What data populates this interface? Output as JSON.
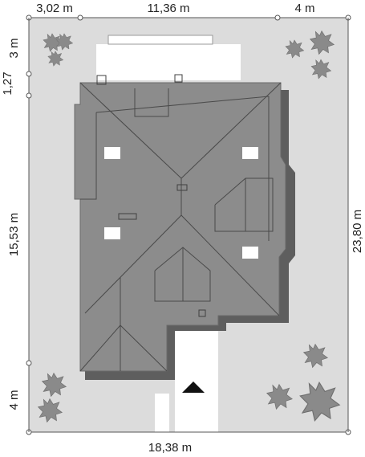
{
  "dimensions": {
    "top": [
      "3,02 m",
      "11,36 m",
      "4 m"
    ],
    "bottom": "18,38 m",
    "left": [
      "3 m",
      "1,27",
      "15,53 m",
      "4 m"
    ],
    "right": "23,80 m"
  },
  "colors": {
    "plot": "#dcdcdc",
    "roof": "#8c8c8c",
    "roof_shadow": "#5e5e5e",
    "driveway": "#ffffff",
    "entrance_marker": "#111111"
  },
  "icons": {
    "tree": "leaf-tree-icon",
    "entrance": "entrance-triangle-icon"
  }
}
